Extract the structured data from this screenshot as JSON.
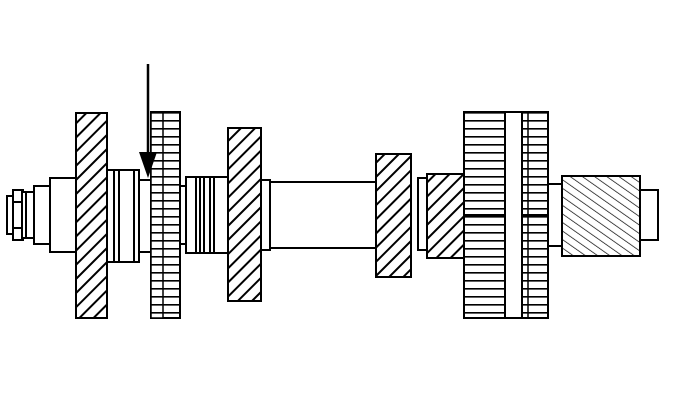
{
  "diagram": {
    "subject": "transmission-shaft-assembly",
    "line_color": "#000000",
    "background_color": "#ffffff",
    "components": [
      "nut",
      "washer",
      "bearing",
      "gear-1-helical",
      "synchro-ring",
      "gear-2-spur",
      "synchro-hub",
      "gear-3-helical",
      "shaft-section",
      "gear-4-helical",
      "gear-5-helical",
      "gear-6-spur-double",
      "gear-7-helical-end",
      "shaft-end"
    ],
    "indicator": "pointer-arrow"
  }
}
